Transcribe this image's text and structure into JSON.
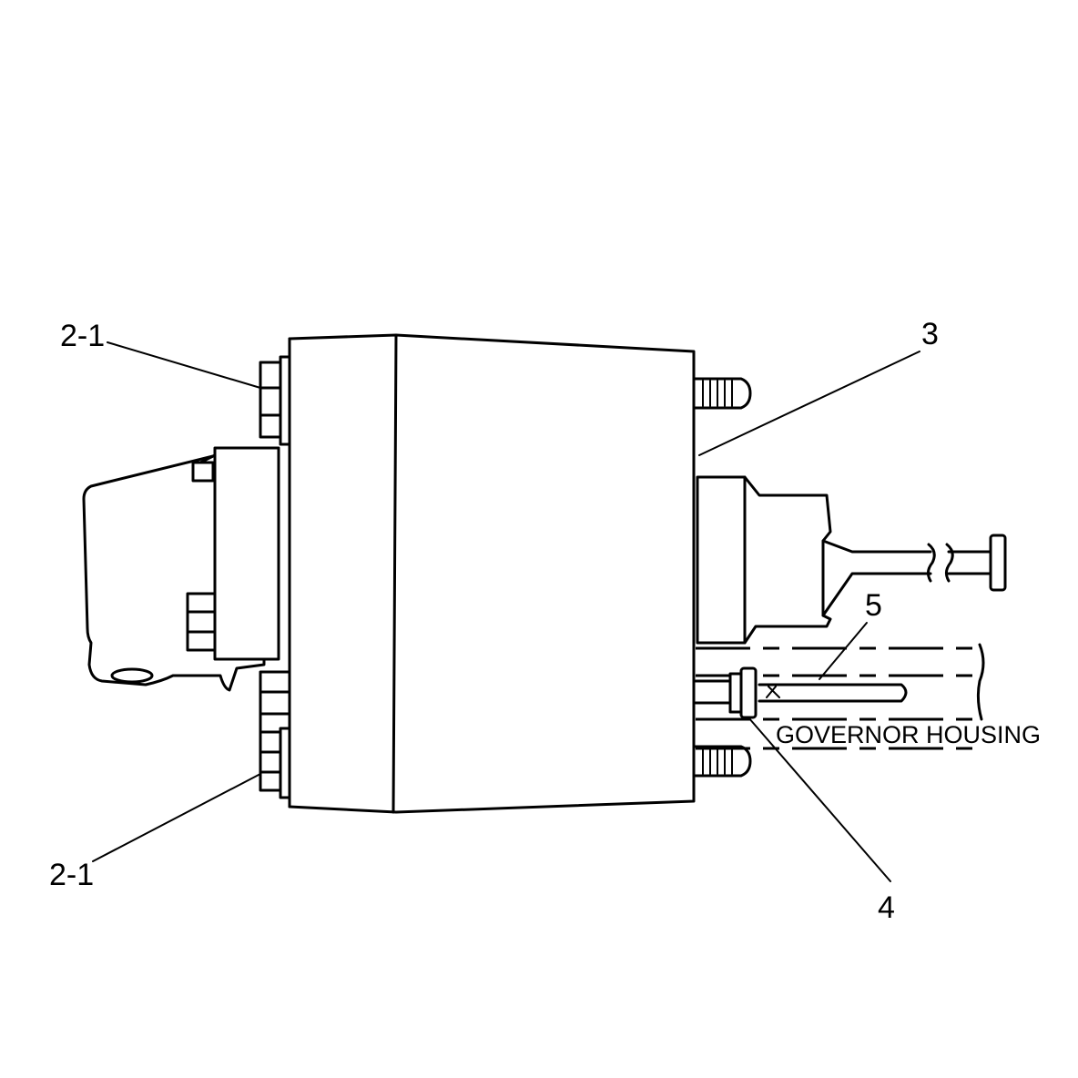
{
  "callouts": {
    "top_left": "2-1",
    "bottom_left": "2-1",
    "top_right": "3",
    "middle_right": "5",
    "bottom_right": "4"
  },
  "labels": {
    "governor_housing": "GOVERNOR HOUSING"
  }
}
